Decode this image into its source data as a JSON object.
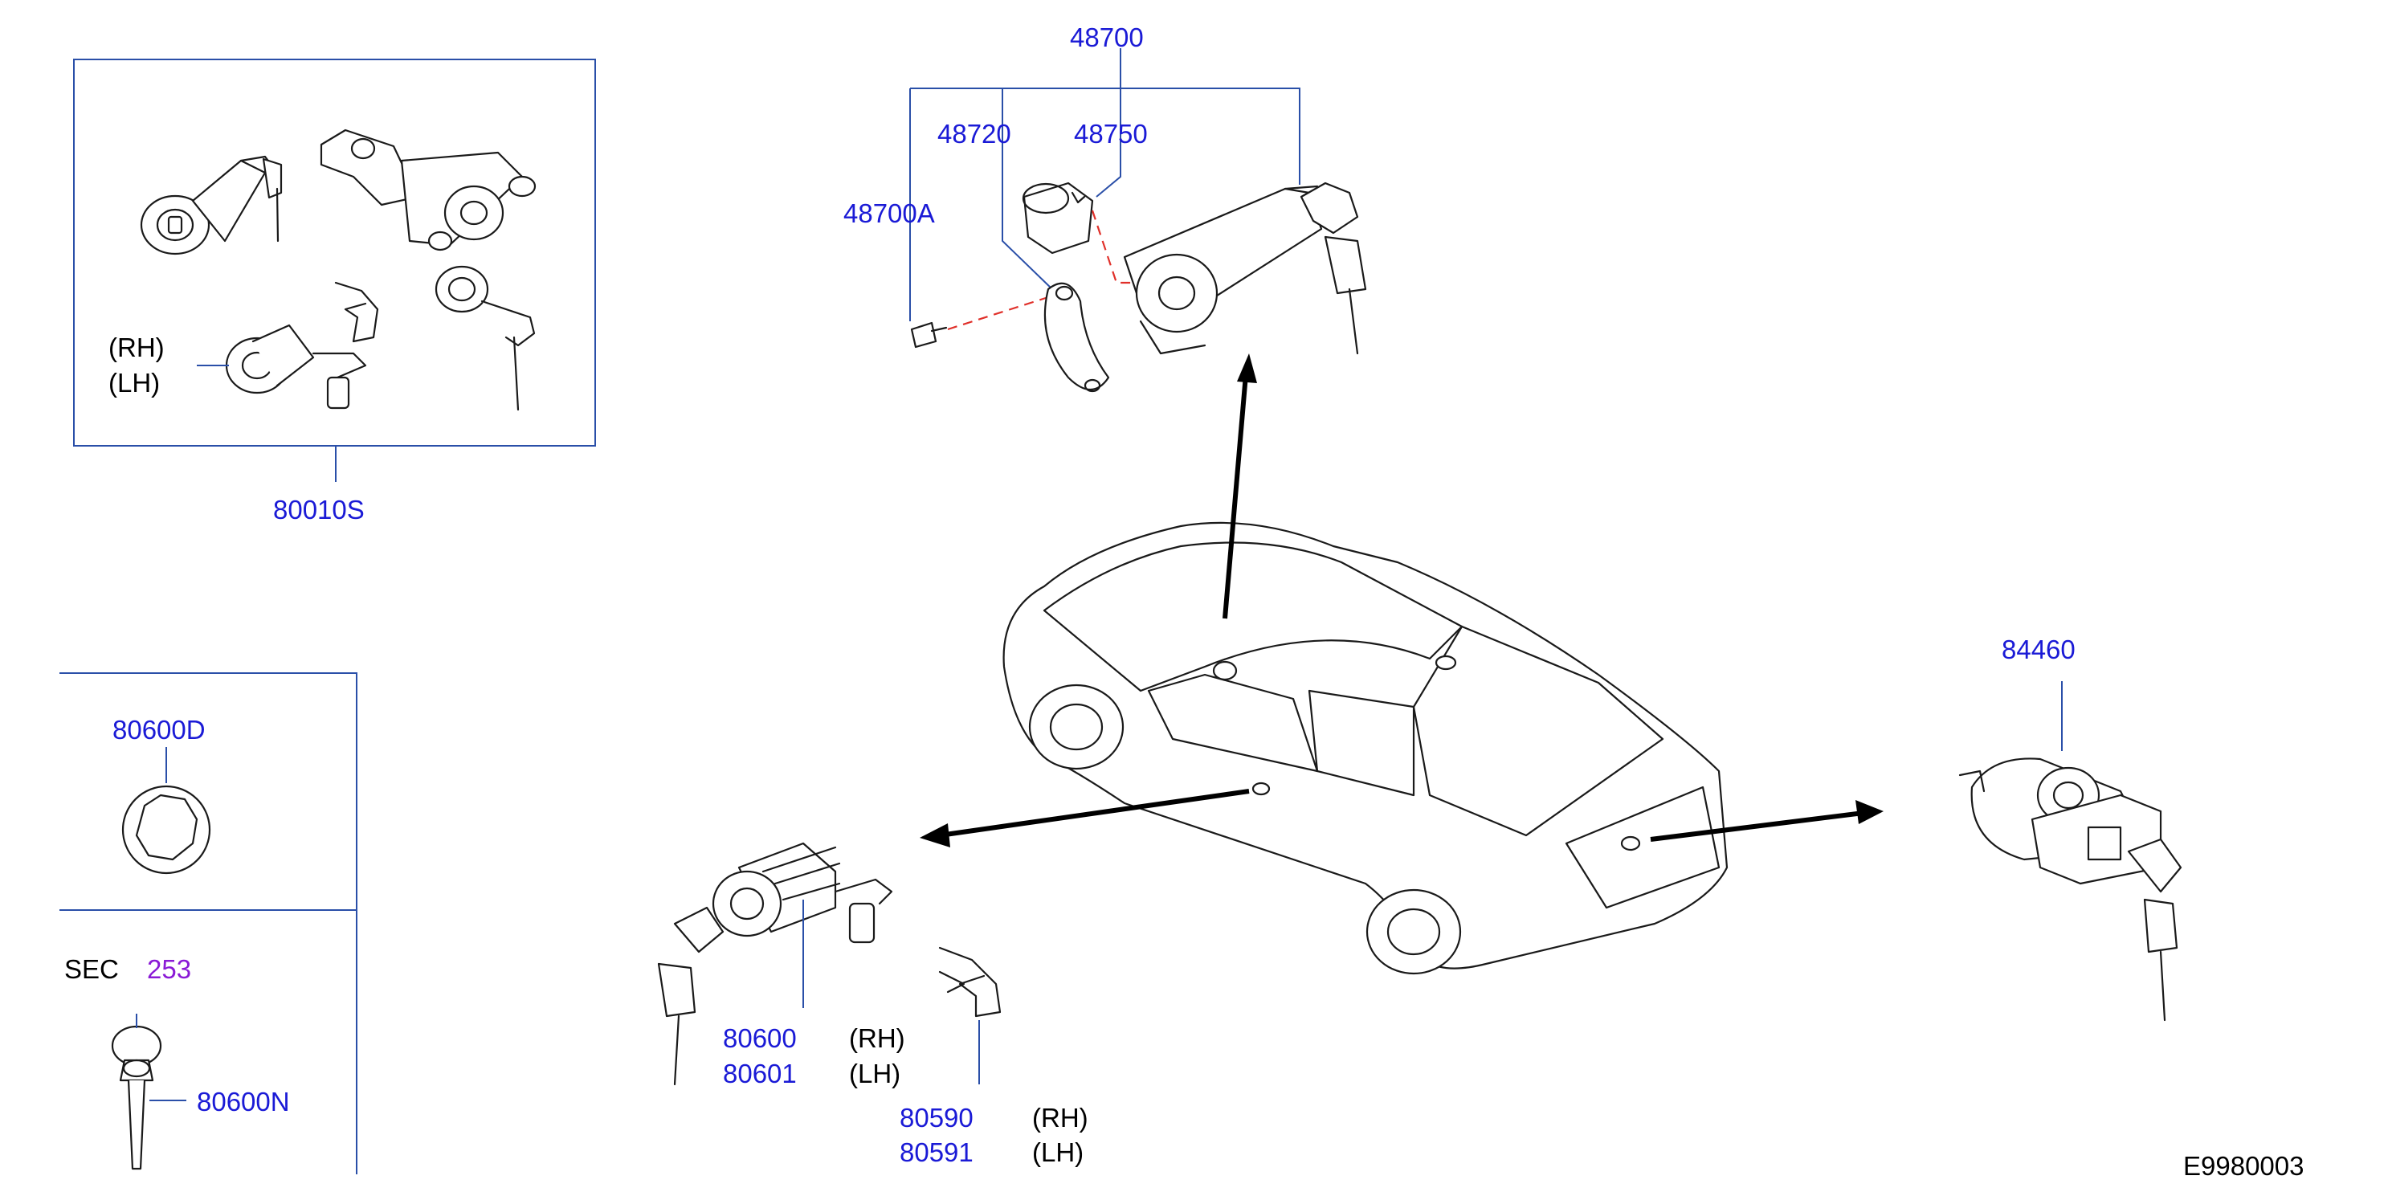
{
  "labels": {
    "p48700": "48700",
    "p48720": "48720",
    "p48750": "48750",
    "p48700A": "48700A",
    "p80010S": "80010S",
    "set_rh": "(RH)",
    "set_lh": "(LH)",
    "p80600D": "80600D",
    "sec_text": "SEC",
    "sec_num": "253",
    "p80600N": "80600N",
    "p80600": "80600",
    "p80601": "80601",
    "cyl_rh": "(RH)",
    "cyl_lh": "(LH)",
    "p80590": "80590",
    "p80591": "80591",
    "clip_rh": "(RH)",
    "clip_lh": "(LH)",
    "p84460": "84460",
    "figure_id": "E9980003"
  },
  "colors": {
    "part_number": "#1a1ad6",
    "section_ref": "#8a1ad6",
    "leader_line": "#2a4fa8",
    "hidden_line": "#e0302a",
    "drawing": "#1a1a1a"
  }
}
